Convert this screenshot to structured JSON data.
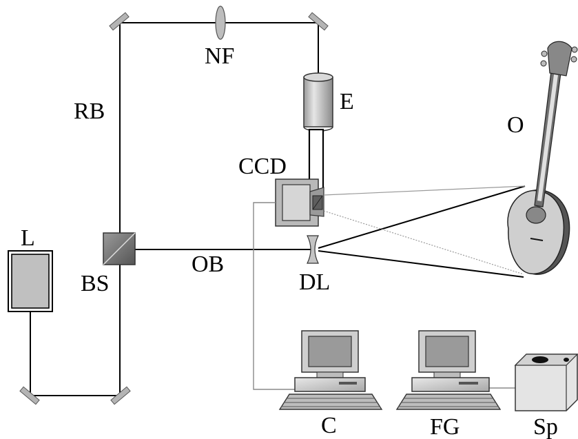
{
  "labels": {
    "nf": "NF",
    "e": "E",
    "rb": "RB",
    "ccd": "CCD",
    "o": "O",
    "l": "L",
    "bs": "BS",
    "ob": "OB",
    "dl": "DL",
    "c": "C",
    "fg": "FG",
    "sp": "Sp"
  },
  "colors": {
    "beam": "#000000",
    "component_fill": "#c8c8c8",
    "component_dark": "#7a7a7a",
    "cable": "#8c8c8c"
  }
}
